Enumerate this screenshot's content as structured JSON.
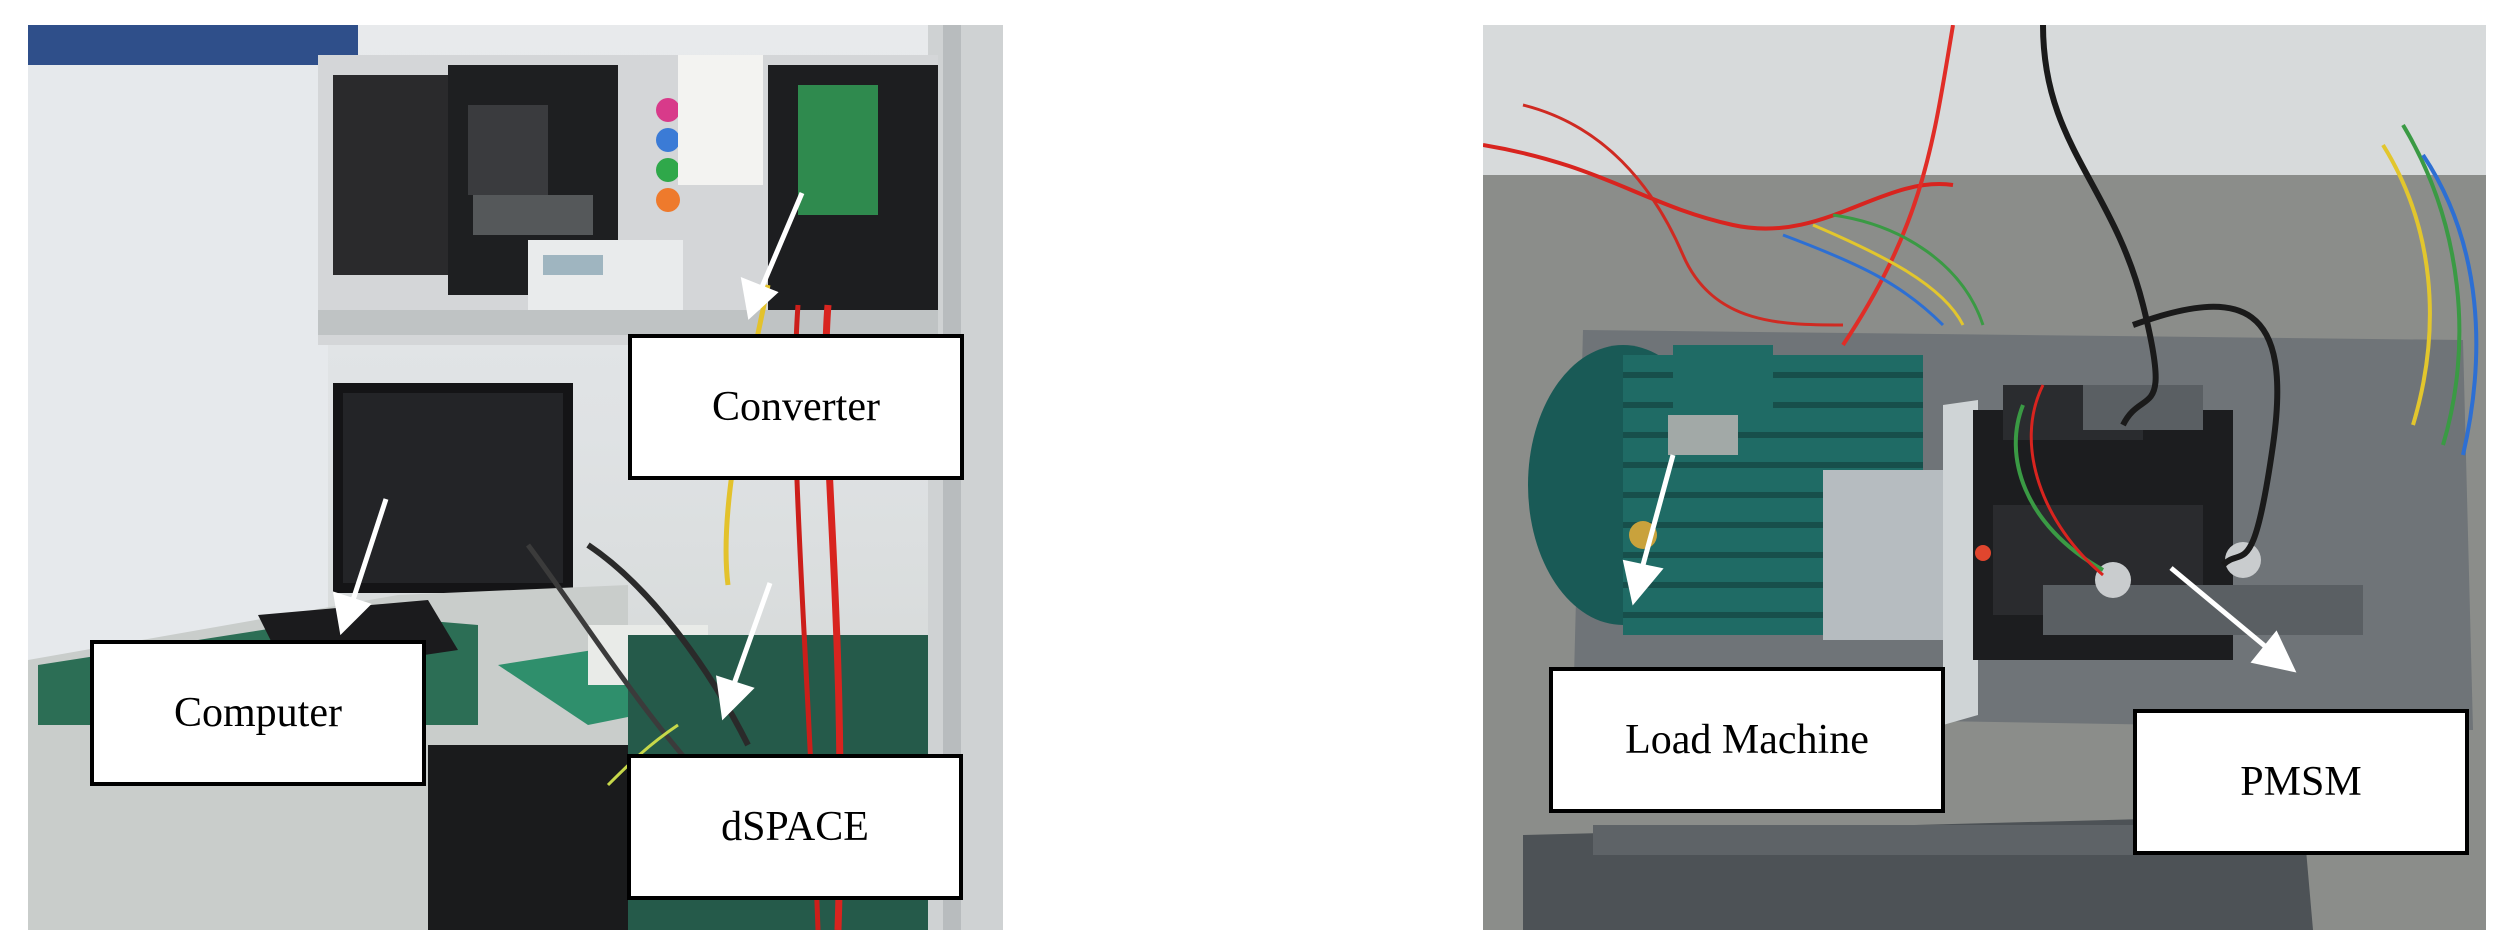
{
  "figure": {
    "left_panel": {
      "labels": {
        "converter": "Converter",
        "computer": "Computer",
        "dspace": "dSPACE"
      }
    },
    "right_panel": {
      "labels": {
        "load_machine": "Load Machine",
        "pmsm": "PMSM"
      }
    }
  },
  "colors": {
    "background": "#ffffff",
    "label_border": "#000000",
    "arrow": "#ffffff",
    "motor_green": "#1f5f5a",
    "wire_red": "#d8241f"
  }
}
